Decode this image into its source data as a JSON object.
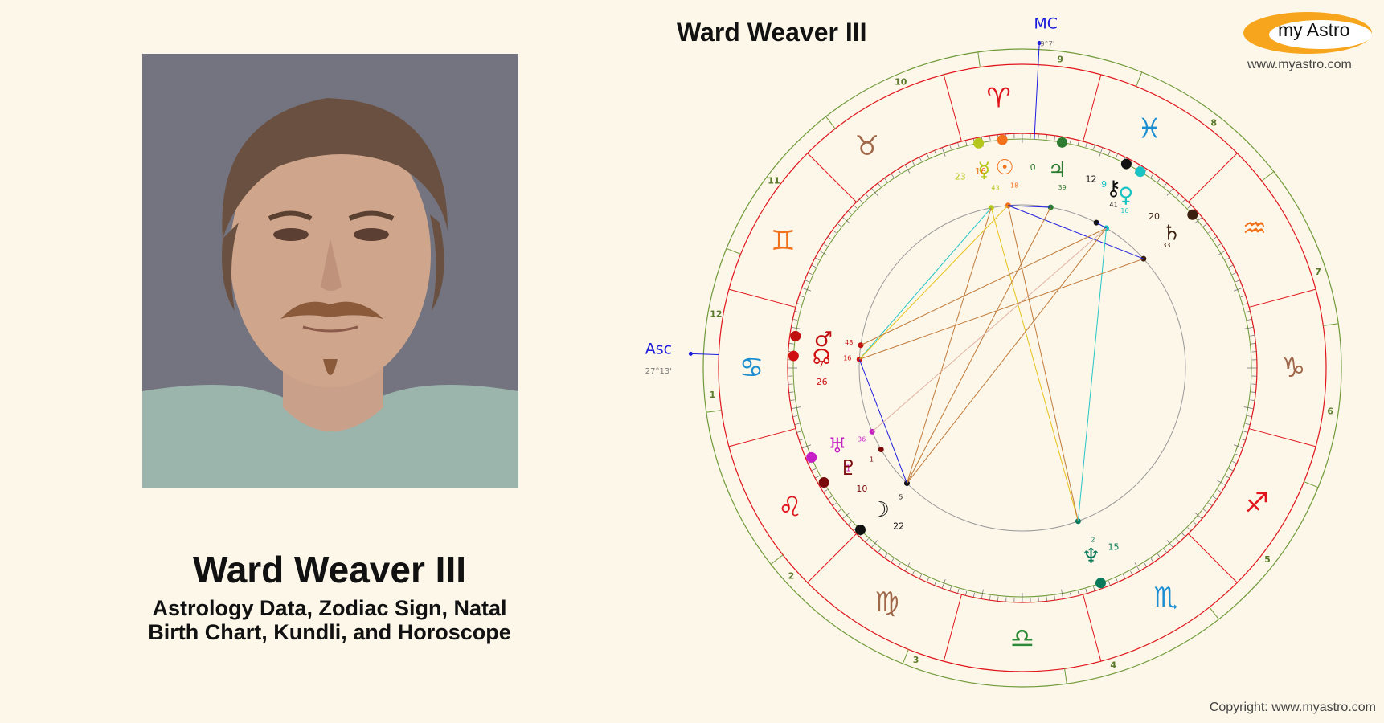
{
  "person": {
    "name": "Ward Weaver III",
    "subtitle_line1": "Astrology Data, Zodiac Sign, Natal",
    "subtitle_line2": "Birth Chart, Kundli, and Horoscope"
  },
  "chart": {
    "title": "Ward Weaver III",
    "mc_label": "MC",
    "mc_degree": "9°7'",
    "asc_label": "Asc",
    "asc_degree": "27°13'",
    "houses": [
      "1",
      "2",
      "3",
      "4",
      "5",
      "6",
      "7",
      "8",
      "9",
      "10",
      "11",
      "12"
    ],
    "signs": [
      {
        "glyph": "♈",
        "color": "#e0141b"
      },
      {
        "glyph": "♉",
        "color": "#a0684a"
      },
      {
        "glyph": "♊",
        "color": "#f2711b"
      },
      {
        "glyph": "♋",
        "color": "#1b8ed1"
      },
      {
        "glyph": "♌",
        "color": "#e0141b"
      },
      {
        "glyph": "♍",
        "color": "#a0684a"
      },
      {
        "glyph": "♎",
        "color": "#2e8b3a"
      },
      {
        "glyph": "♏",
        "color": "#1b8ed1"
      },
      {
        "glyph": "♐",
        "color": "#e0141b"
      },
      {
        "glyph": "♑",
        "color": "#a0684a"
      },
      {
        "glyph": "♒",
        "color": "#f2711b"
      },
      {
        "glyph": "♓",
        "color": "#1b8ed1"
      }
    ],
    "planets": [
      {
        "name": "Mercury",
        "glyph": "☿",
        "deg": "23",
        "min": "43",
        "color": "#b5c71a"
      },
      {
        "name": "Sun",
        "glyph": "☉",
        "deg": "16",
        "min": "18",
        "color": "#f2711b"
      },
      {
        "name": "Jupiter",
        "glyph": "♃",
        "deg": "0",
        "min": "39",
        "color": "#2e7d32"
      },
      {
        "name": "Chiron",
        "glyph": "⚷",
        "deg": "12",
        "min": "41",
        "color": "#111111"
      },
      {
        "name": "Venus",
        "glyph": "♀",
        "deg": "9",
        "min": "16",
        "color": "#1bc4c4"
      },
      {
        "name": "Saturn",
        "glyph": "♄",
        "deg": "20",
        "min": "33",
        "color": "#3b1f0f"
      },
      {
        "name": "Node",
        "glyph": "☊",
        "deg": "26",
        "min": "16",
        "color": "#d01010"
      },
      {
        "name": "Mars",
        "glyph": "♂",
        "deg": "7",
        "min": "48",
        "color": "#c01010"
      },
      {
        "name": "Uranus",
        "glyph": "♅",
        "deg": "1",
        "min": "36",
        "color": "#c41ec4"
      },
      {
        "name": "Pluto",
        "glyph": "♇",
        "deg": "10",
        "min": "1",
        "color": "#7a0a0a"
      },
      {
        "name": "Moon",
        "glyph": "☽",
        "deg": "22",
        "min": "5",
        "color": "#111111"
      },
      {
        "name": "Neptune",
        "glyph": "♆",
        "deg": "15",
        "min": "2",
        "color": "#0b7a5a"
      }
    ]
  },
  "branding": {
    "logo_text": "my Astro",
    "site": "www.myastro.com",
    "copyright": "Copyright: www.myastro.com"
  },
  "colors": {
    "background": "#fdf7e9",
    "logo": "#f7a51c",
    "ring_red": "#e0141b",
    "ring_green": "#6f9a3a",
    "axis_blue": "#1b1bdd"
  }
}
